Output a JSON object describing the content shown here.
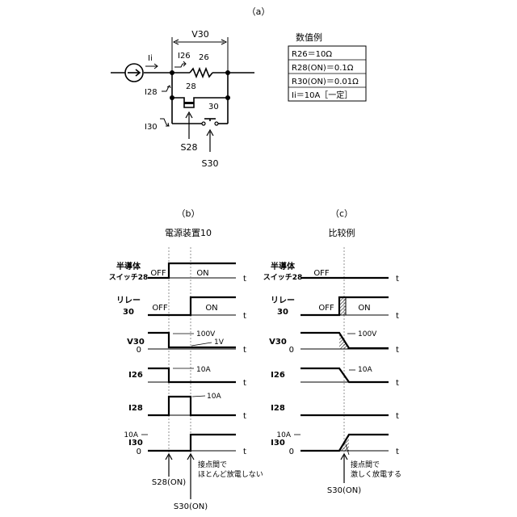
{
  "panel_a": {
    "label": "（a）",
    "voltage_label": "V30",
    "current_in_label": "Ii",
    "current_26_label": "I26",
    "current_28_label": "I28",
    "current_30_label": "I30",
    "resistor_ref": "26",
    "semiconductor_ref": "28",
    "relay_ref": "30",
    "signal_28": "S28",
    "signal_30": "S30",
    "values_title": "数值例",
    "values": [
      "R26＝10Ω",
      "R28(ON)＝0.1Ω",
      "R30(ON)＝0.01Ω",
      "Ii＝10A［一定］"
    ]
  },
  "panel_b": {
    "label": "（b）",
    "title": "電源装置10",
    "semiconductor_row": [
      "半導体",
      "スイッチ28"
    ],
    "relay_row": [
      "リレー",
      "30"
    ],
    "off_label": "OFF",
    "on_label": "ON",
    "time_label": "t",
    "v30_label": "V30",
    "i26_label": "I26",
    "i28_label": "I28",
    "i30_label": "I30",
    "zero_label": "0",
    "v30_high": "100V",
    "v30_low": "1V",
    "i26_level": "10A",
    "i28_level": "10A",
    "i30_axis_level": "10A",
    "note": [
      "接点間で",
      "ほとんど放電しない"
    ],
    "event_s28": "S28(ON)",
    "event_s30": "S30(ON)"
  },
  "panel_c": {
    "label": "（c）",
    "title": "比较例",
    "semiconductor_row": [
      "半導体",
      "スイッチ28"
    ],
    "relay_row": [
      "リレー",
      "30"
    ],
    "off_label": "OFF",
    "on_label": "ON",
    "time_label": "t",
    "v30_label": "V30",
    "i26_label": "I26",
    "i28_label": "I28",
    "i30_label": "I30",
    "zero_label": "0",
    "v30_high": "100V",
    "i26_level": "10A",
    "i30_axis_level": "10A",
    "note": [
      "接点間で",
      "激しく放電する"
    ],
    "event_s30": "S30(ON)"
  }
}
